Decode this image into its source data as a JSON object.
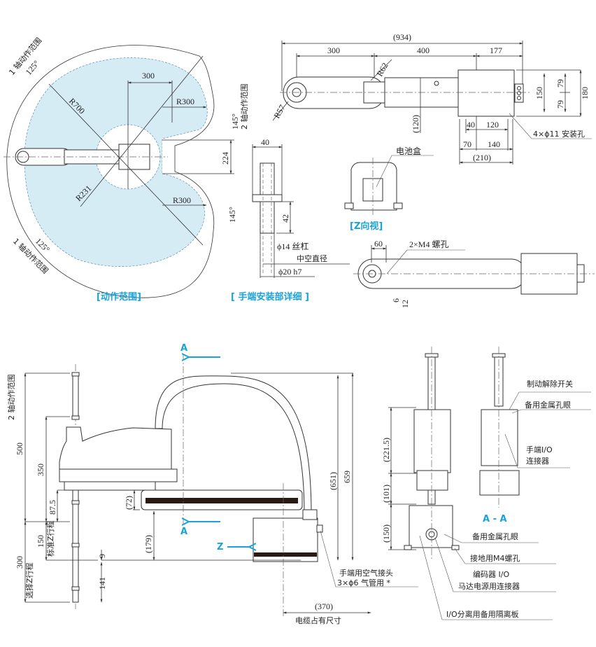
{
  "colors": {
    "accent": "#1aa3d9",
    "work_area": "#d6ecf5",
    "line": "#333333",
    "band": "#2a1a14"
  },
  "top_view_range": {
    "caption": "[动作范围]",
    "axis1_label_top": "1 轴动作范围",
    "axis1_angle_top": "125°",
    "axis1_label_bottom": "1 轴动作范围",
    "axis1_angle_bottom": "125°",
    "axis2_label": "2 轴动作范围",
    "axis2_angle_top": "145°",
    "axis2_angle_bottom": "145°",
    "dim_300": "300",
    "r700": "R700",
    "r300_top": "R300",
    "r300_bottom": "R300",
    "r231": "R231",
    "dim_224": "224"
  },
  "arm_top_view": {
    "overall": "(934)",
    "d300": "300",
    "d400": "400",
    "d177": "177",
    "r62": "R62",
    "r57": "R57",
    "d120_paren": "(120)",
    "d150": "150",
    "d79_top": "79",
    "d79_bottom": "79",
    "d180": "180",
    "d40": "40",
    "d120": "120",
    "d70": "70",
    "d140": "140",
    "d210": "(210)",
    "mount_holes": "4×ϕ11 安装孔"
  },
  "hand_detail": {
    "caption": "[ 手端安装部详细 ]",
    "d40": "40",
    "d42": "42",
    "phi14": "ϕ14 丝杠",
    "hollow": "中空直径",
    "phi20": "ϕ20 h7"
  },
  "z_view": {
    "caption": "[Z向视]",
    "battery_box": "电池盒"
  },
  "arm_bottom_view": {
    "d60": "60",
    "screw_holes": "2×M4 螺孔",
    "d6": "6",
    "d12": "12"
  },
  "side_view": {
    "section_mark_top": "A",
    "section_mark_bottom": "A",
    "z_mark": "Z",
    "axis2_label": "2 轴动作范围",
    "d500": "500",
    "d350": "350",
    "d87_5": "87.5",
    "d150": "150",
    "std_stroke": "标准Z行程",
    "d300": "300",
    "opt_stroke": "选择Z行程",
    "d9": "9",
    "d141": "141",
    "d72": "(72)",
    "d179": "(179)",
    "d651": "(651)",
    "d659": "659",
    "d370": "(370)",
    "cable_space": "电缆占有尺寸",
    "air_joint_1": "手端用空气接头",
    "air_joint_2": "3×ϕ6 气管用 *"
  },
  "rear_view": {
    "d221_5": "(221.5)",
    "d101": "(101)",
    "d150": "(150)",
    "section_caption": "A - A",
    "brake_switch": "制动解除开关",
    "spare_eyelet_top": "备用金属孔眼",
    "hand_io_1": "手端I/O",
    "hand_io_2": "连接器",
    "spare_eyelet_bottom": "备用金属孔眼",
    "ground_screw": "接地用M4螺孔",
    "encoder_1": "编码器 I/O",
    "encoder_2": "马达电源用连接器",
    "io_plate": "I/O分离用备用隔离板"
  }
}
